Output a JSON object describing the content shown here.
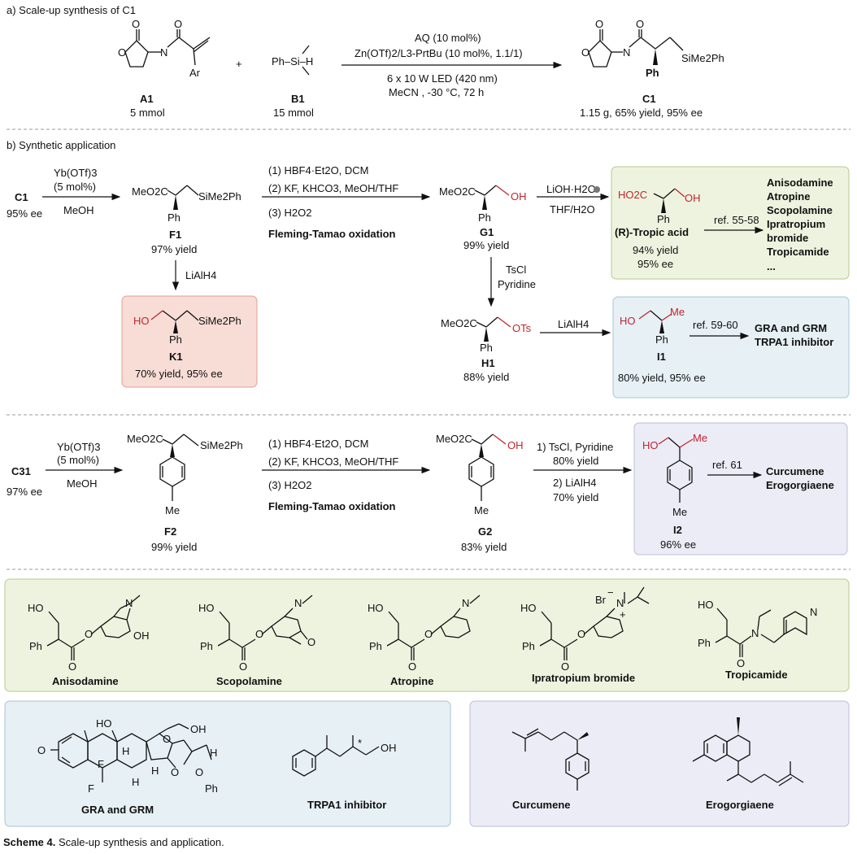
{
  "section_a": {
    "title": "a) Scale-up synthesis of C1",
    "plus": "+",
    "A1": {
      "id": "A1",
      "amount": "5 mmol",
      "aryl": "Ar",
      "o": "O",
      "n": "N"
    },
    "B1": {
      "id": "B1",
      "amount": "15 mmol",
      "formula": "Ph–Si–H"
    },
    "conditions": {
      "line1": "AQ (10 mol%)",
      "line2": "Zn(OTf)2/L3-PrtBu (10 mol%, 1.1/1)",
      "line3": "6 x 10 W LED (420 nm)",
      "line4": "MeCN , -30 °C, 72 h"
    },
    "C1": {
      "id": "C1",
      "silyl": "SiMe2Ph",
      "ph": "Ph",
      "result": "1.15 g, 65% yield, 95% ee"
    }
  },
  "section_b": {
    "title": "b) Synthetic application",
    "row1": {
      "start": {
        "id": "C1",
        "ee": "95% ee"
      },
      "step1": {
        "reagent": "Yb(OTf)3",
        "loading": "(5 mol%)",
        "solvent": "MeOH"
      },
      "F1": {
        "id": "F1",
        "ester": "MeO2C",
        "silyl": "SiMe2Ph",
        "ph": "Ph",
        "yield": "97% yield"
      },
      "fleming": {
        "line1": "(1) HBF4·Et2O, DCM",
        "line2": "(2) KF,  KHCO3, MeOH/THF",
        "line3": "(3) H2O2",
        "name": "Fleming-Tamao oxidation"
      },
      "G1": {
        "id": "G1",
        "ester": "MeO2C",
        "oh": "OH",
        "ph": "Ph",
        "yield": "99% yield"
      },
      "hydrolysis": {
        "line1": "LiOH·H2O",
        "line2": "THF/H2O"
      },
      "tropic": {
        "acid": "HO2C",
        "oh": "OH",
        "ph": "Ph",
        "name": "(R)-Tropic acid",
        "yield": "94% yield",
        "ee": "95% ee",
        "ref": "ref. 55-58"
      },
      "targets1": [
        "Anisodamine",
        "Atropine",
        "Scopolamine",
        "Ipratropium",
        "bromide",
        "Tropicamide",
        "..."
      ],
      "reduction": {
        "reagent": "LiAlH4"
      },
      "K1": {
        "id": "K1",
        "ho": "HO",
        "silyl": "SiMe2Ph",
        "ph": "Ph",
        "result": "70% yield, 95% ee"
      },
      "tosylation": {
        "line1": "TsCl",
        "line2": "Pyridine"
      },
      "H1": {
        "id": "H1",
        "ester": "MeO2C",
        "ots": "OTs",
        "ph": "Ph",
        "yield": "88% yield"
      },
      "reduction2": {
        "reagent": "LiAlH4"
      },
      "I1": {
        "id": "I1",
        "ho": "HO",
        "me": "Me",
        "ph": "Ph",
        "result": "80% yield, 95% ee",
        "ref": "ref. 59-60"
      },
      "targets2": [
        "GRA and GRM",
        "TRPA1 inhibitor"
      ]
    },
    "row2": {
      "start": {
        "id": "C31",
        "ee": "97% ee"
      },
      "step1": {
        "reagent": "Yb(OTf)3",
        "loading": "(5 mol%)",
        "solvent": "MeOH"
      },
      "F2": {
        "id": "F2",
        "ester": "MeO2C",
        "silyl": "SiMe2Ph",
        "me": "Me",
        "yield": "99% yield"
      },
      "fleming": {
        "line1": "(1) HBF4·Et2O, DCM",
        "line2": "(2) KF,  KHCO3, MeOH/THF",
        "line3": "(3) H2O2",
        "name": "Fleming-Tamao oxidation"
      },
      "G2": {
        "id": "G2",
        "ester": "MeO2C",
        "oh": "OH",
        "me": "Me",
        "yield": "83% yield"
      },
      "conv": {
        "line1": "1) TsCl, Pyridine",
        "line2": "80% yield",
        "line3": "2) LiAlH4",
        "line4": "70% yield"
      },
      "I2": {
        "id": "I2",
        "ho": "HO",
        "me": "Me",
        "me2": "Me",
        "ee": "96% ee",
        "ref": "ref. 61"
      },
      "targets": [
        "Curcumene",
        "Erogorgiaene"
      ]
    }
  },
  "structures": {
    "green": [
      {
        "name": "Anisodamine",
        "ho": "HO",
        "ph": "Ph",
        "o": "O",
        "n": "N",
        "oh": "OH"
      },
      {
        "name": "Scopolamine",
        "ho": "HO",
        "ph": "Ph",
        "o": "O",
        "n": "N",
        "o2": "O"
      },
      {
        "name": "Atropine",
        "ho": "HO",
        "ph": "Ph",
        "o": "O",
        "n": "N"
      },
      {
        "name": "Ipratropium bromide",
        "ho": "HO",
        "ph": "Ph",
        "o": "O",
        "n": "N",
        "br": "Br",
        "minus": "−",
        "plus": "+"
      },
      {
        "name": "Tropicamide",
        "ho": "HO",
        "ph": "Ph",
        "o": "O",
        "n": "N",
        "n2": "N"
      }
    ],
    "blue": [
      {
        "name": "GRA and GRM",
        "ho": "HO",
        "oh": "OH",
        "o": "O",
        "f1": "F",
        "f2": "F",
        "h1": "H",
        "h2": "H",
        "h3": "H",
        "h4": "H",
        "ph": "Ph",
        "o2": "O",
        "o3": "O",
        "o4": "O"
      },
      {
        "name": "TRPA1 inhibitor",
        "oh": "OH",
        "star": "*"
      }
    ],
    "purple": [
      {
        "name": "Curcumene"
      },
      {
        "name": "Erogorgiaene"
      }
    ]
  },
  "caption": {
    "label": "Scheme 4.",
    "text": " Scale-up synthesis and application."
  },
  "colors": {
    "green_box": "#eef3df",
    "green_border": "#b6c98b",
    "red_box": "#f8ddd6",
    "red_border": "#e0a08f",
    "blue_box": "#e6f0f5",
    "blue_border": "#a8c5d5",
    "purple_box": "#ececf6",
    "purple_border": "#bcbcd8",
    "red_text": "#c0262d"
  }
}
